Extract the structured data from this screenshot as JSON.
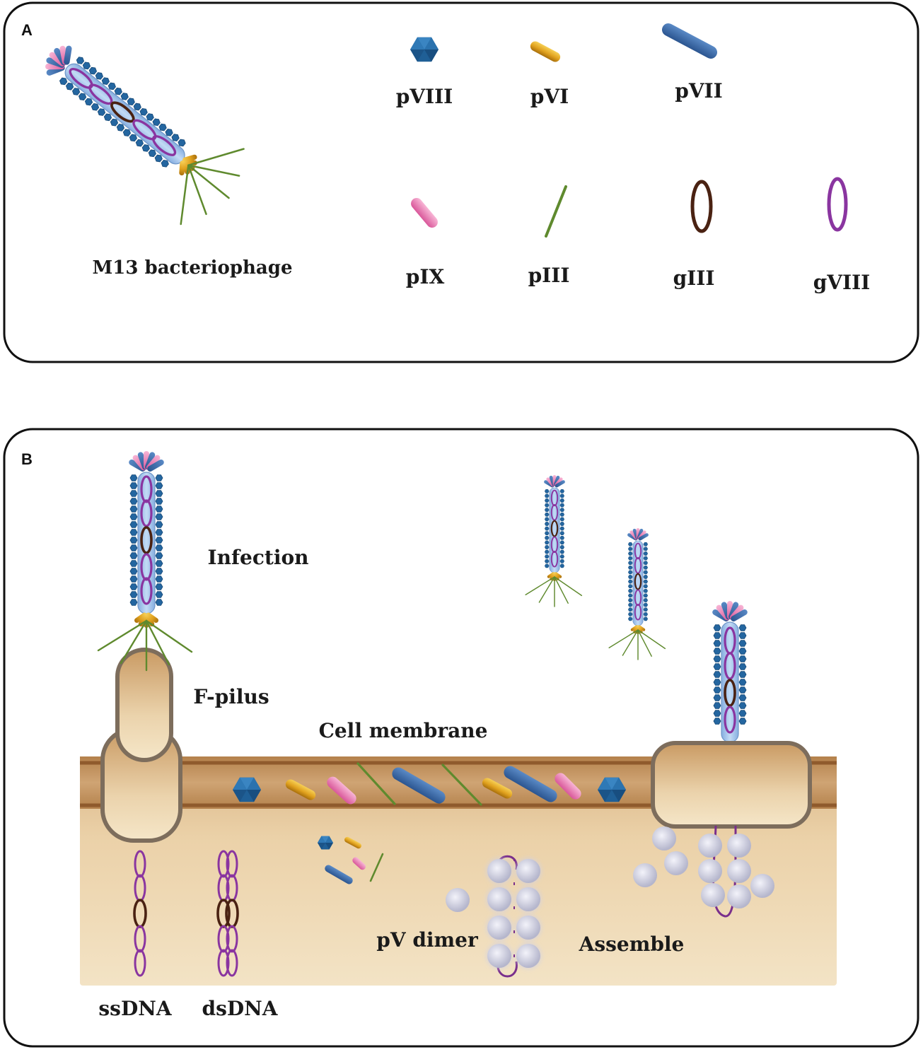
{
  "panel_a": {
    "letter": "A",
    "phage_label": "M13 bacteriophage",
    "legend": [
      {
        "id": "pviii",
        "label": "pVIII",
        "icon": "hexagon-icon",
        "color": "#2b6ca3"
      },
      {
        "id": "pvi",
        "label": "pVI",
        "icon": "capsule-icon",
        "color": "#e2a824"
      },
      {
        "id": "pvii",
        "label": "pVII",
        "icon": "rod-icon",
        "color": "#3c68a8"
      },
      {
        "id": "pix",
        "label": "pIX",
        "icon": "capsule-icon",
        "color": "#e67ab0"
      },
      {
        "id": "piii",
        "label": "pIII",
        "icon": "line-icon",
        "color": "#5f8a2e"
      },
      {
        "id": "giii",
        "label": "gIII",
        "icon": "ring-icon",
        "color": "#4a2212"
      },
      {
        "id": "gviii",
        "label": "gVIII",
        "icon": "ring-icon",
        "color": "#8a35a0"
      }
    ]
  },
  "panel_b": {
    "letter": "B",
    "labels": {
      "infection": "Infection",
      "f_pilus": "F-pilus",
      "cell_membrane": "Cell membrane",
      "pv_dimer": "pV dimer",
      "assemble": "Assemble",
      "ssdna": "ssDNA",
      "dsdna": "dsDNA"
    }
  },
  "colors": {
    "capsid": "#a9c8ec",
    "membrane": "#b8874f",
    "membrane_line": "#8f5a2c",
    "cytoplasm": "#f1dfbf",
    "pilus_outline": "#7d6d5c",
    "pv": "#c9cade"
  }
}
